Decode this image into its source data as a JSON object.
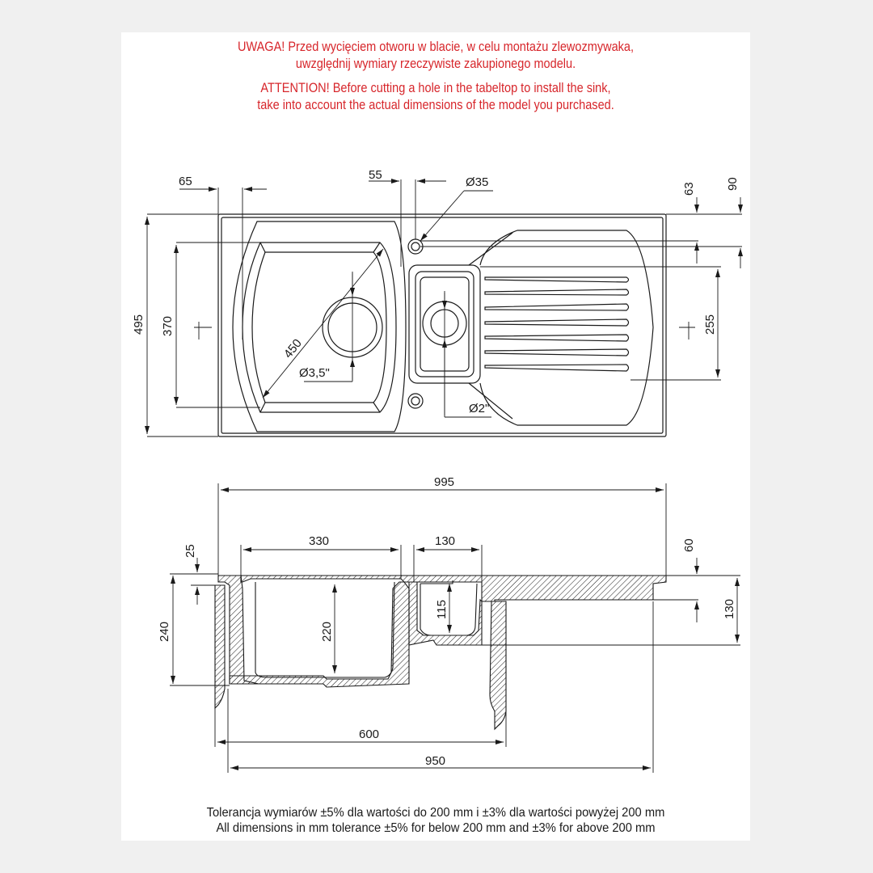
{
  "warnings": {
    "pl_line1": "UWAGA! Przed wycięciem otworu w blacie, w celu montażu zlewozmywaka,",
    "pl_line2": "uwzględnij wymiary rzeczywiste zakupionego modelu.",
    "en_line1": "ATTENTION! Before cutting a hole in the tabeltop to install the sink,",
    "en_line2": "take into account the actual dimensions of the model you purchased."
  },
  "top_view": {
    "dim_65": "65",
    "dim_55": "55",
    "dim_d35": "Ø35",
    "dim_63": "63",
    "dim_90": "90",
    "dim_495": "495",
    "dim_370": "370",
    "dim_450": "450",
    "dim_d35in": "Ø3,5\"",
    "dim_d2in": "Ø2\"",
    "dim_255": "255"
  },
  "section_view": {
    "dim_995": "995",
    "dim_330": "330",
    "dim_130w": "130",
    "dim_25": "25",
    "dim_60": "60",
    "dim_240": "240",
    "dim_220": "220",
    "dim_115": "115",
    "dim_130h": "130",
    "dim_600": "600",
    "dim_950": "950"
  },
  "notes": {
    "pl": "Tolerancja wymiarów ±5% dla wartości do 200 mm i ±3% dla wartości powyżej 200 mm",
    "en": "All dimensions in mm tolerance ±5% for below 200 mm and ±3% for above 200 mm"
  },
  "colors": {
    "warning": "#d7262b",
    "line": "#1a1a1a",
    "background": "#f0f0f0"
  }
}
